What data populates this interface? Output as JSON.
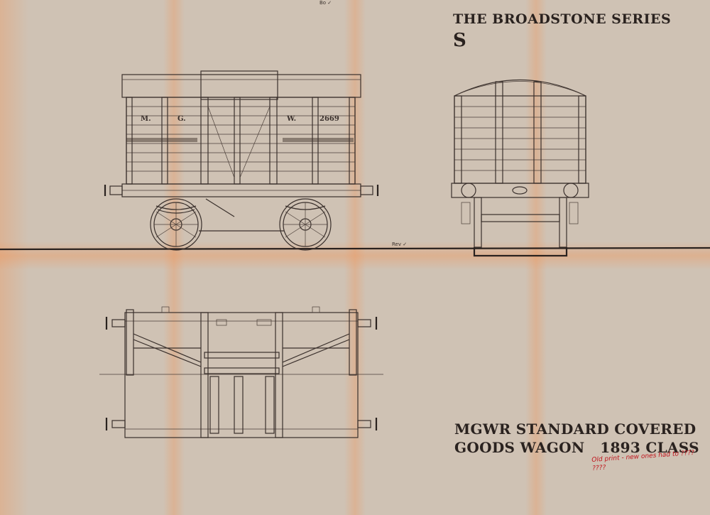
{
  "header": {
    "series": "THE BROADSTONE SERIES",
    "letter": "S"
  },
  "caption": {
    "line1": "MGWR STANDARD COVERED",
    "line2": "GOODS WAGON   1893 CLASS"
  },
  "wagon_markings": {
    "left": "M.",
    "middle": "G.",
    "right": "W.",
    "number": "2669"
  },
  "handwritten_note": "Old print - new ones had to ???? ????",
  "margin_scribbles": [
    "Bo ✓",
    "Rev ✓"
  ],
  "colors": {
    "paper": "#cfc2b4",
    "stain": "#f0965a",
    "ink": "#2a221f",
    "red_note": "#c0141c"
  }
}
